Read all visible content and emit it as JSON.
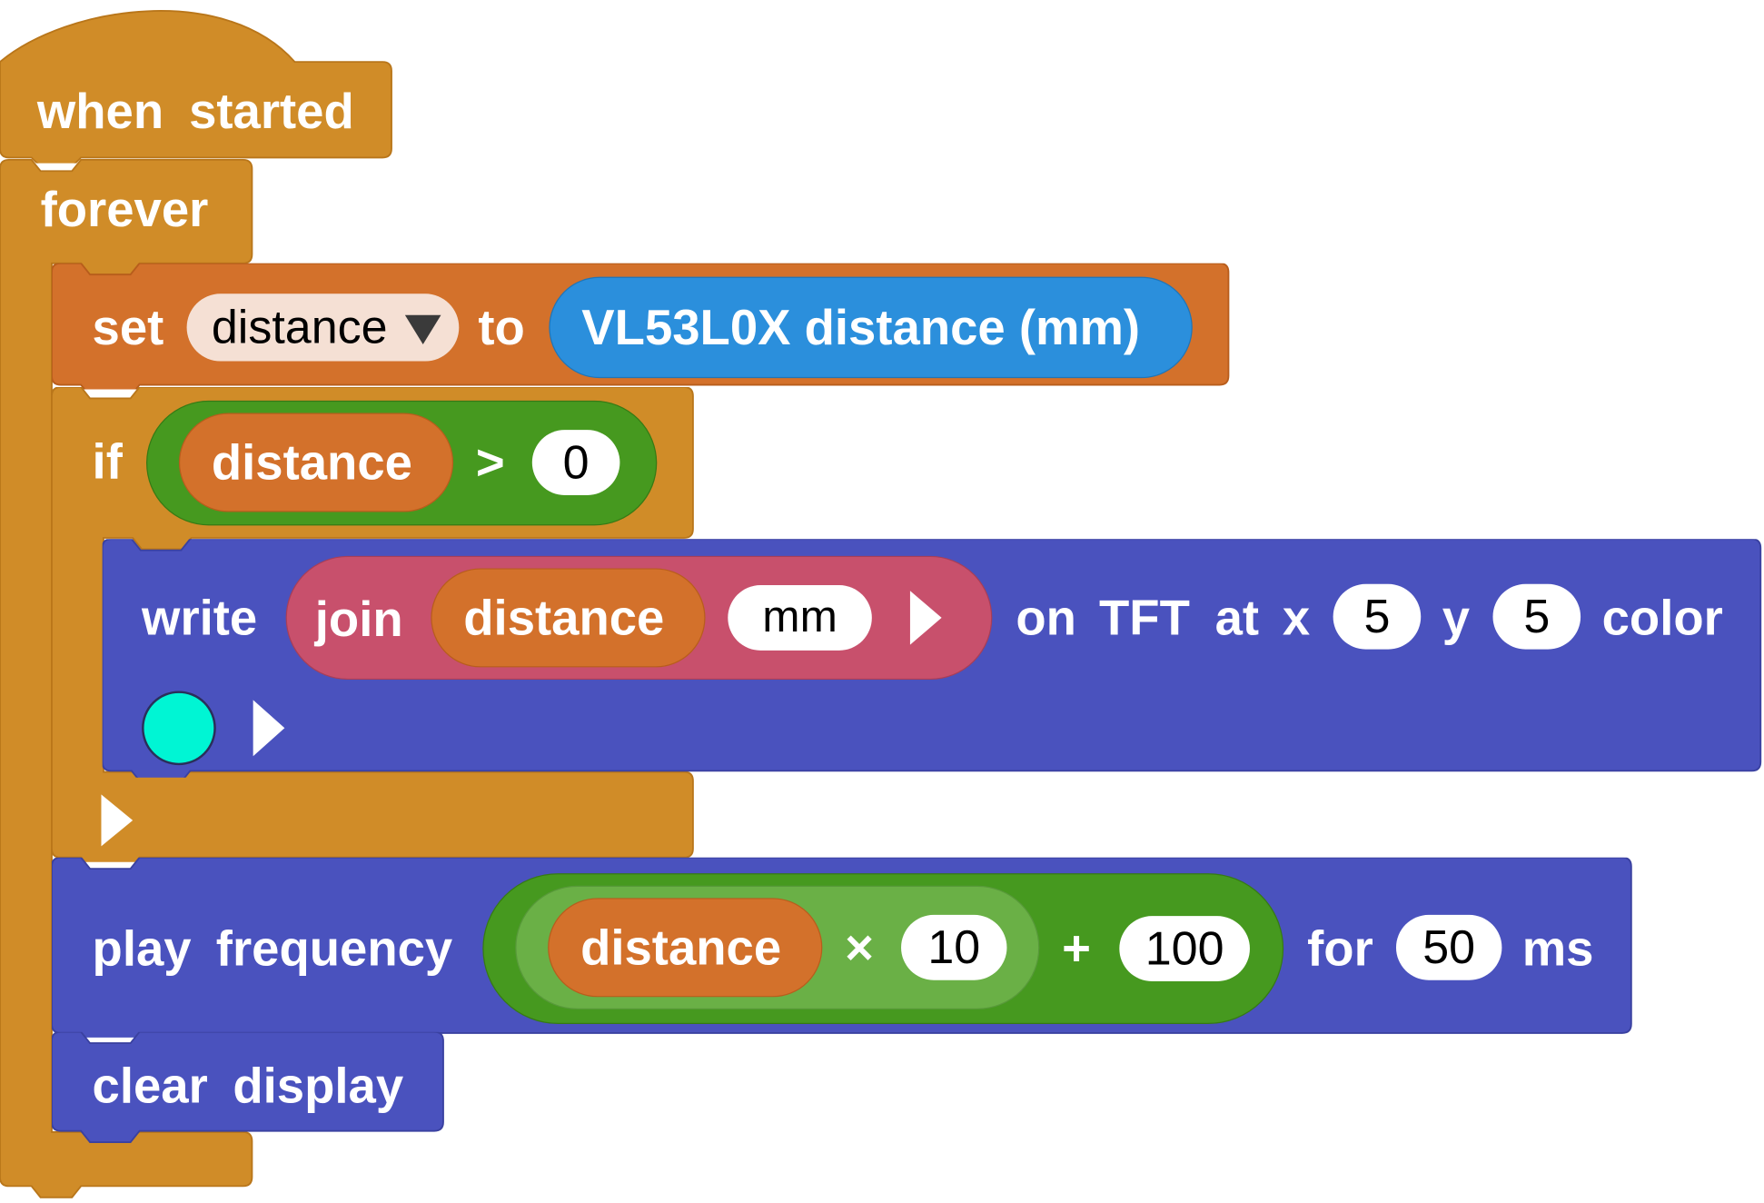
{
  "event": {
    "label_when": "when",
    "label_started": "started"
  },
  "forever": {
    "label": "forever"
  },
  "set_block": {
    "label_set": "set",
    "variable": "distance",
    "label_to": "to",
    "sensor": "VL53L0X distance (mm)"
  },
  "if_block": {
    "label_if": "if",
    "variable": "distance",
    "operator": ">",
    "value": "0"
  },
  "write_block": {
    "label_write": "write",
    "label_join": "join",
    "variable": "distance",
    "text": "mm",
    "label_on": "on",
    "label_tft": "TFT",
    "label_at": "at",
    "label_x": "x",
    "x_value": "5",
    "label_y": "y",
    "y_value": "5",
    "label_color": "color",
    "color_value": "#00f5d4"
  },
  "play_block": {
    "label_play": "play",
    "label_frequency": "frequency",
    "variable": "distance",
    "times_op": "×",
    "times_value": "10",
    "plus_op": "+",
    "plus_value": "100",
    "label_for": "for",
    "duration": "50",
    "label_ms": "ms"
  },
  "clear_block": {
    "label_clear": "clear",
    "label_display": "display"
  },
  "colors": {
    "control": "#d08c28",
    "variables": "#d3712b",
    "sensor": "#2b8fdc",
    "logic": "#46991f",
    "math_inner": "#6ab046",
    "text_join": "#c8506c",
    "display": "#4a52be",
    "var_dropdown": "#f5e0d4"
  }
}
